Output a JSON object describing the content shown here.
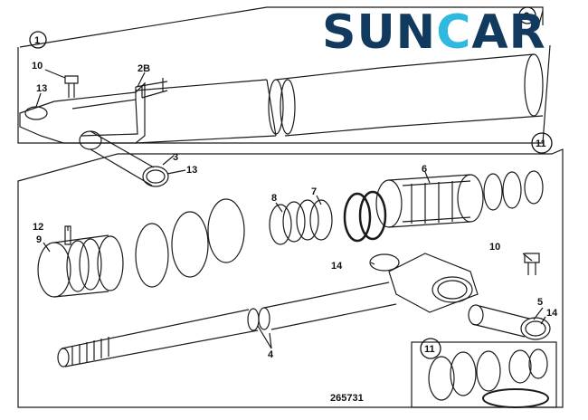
{
  "logo": {
    "part1": "SUN",
    "part2": "C",
    "part3": "AR",
    "color": "#12395e",
    "accent": "#2fb8e0"
  },
  "drawing_number": "265731",
  "callouts": {
    "assembly_1": "1",
    "assembly_2": "2",
    "kit_11_top": "11",
    "kit_11_bottom": "11",
    "bolt_10_top": "10",
    "port_2b": "2B",
    "ring_13_left": "13",
    "bushing_3": "3",
    "ring_13_lower": "13",
    "gland_6": "6",
    "seal_8": "8",
    "ring_7": "7",
    "pin_12": "12",
    "nut_9": "9",
    "bolt_10_right": "10",
    "ring_14_rod": "14",
    "bushing_5": "5",
    "ring_14_right": "14",
    "rod_4": "4"
  }
}
